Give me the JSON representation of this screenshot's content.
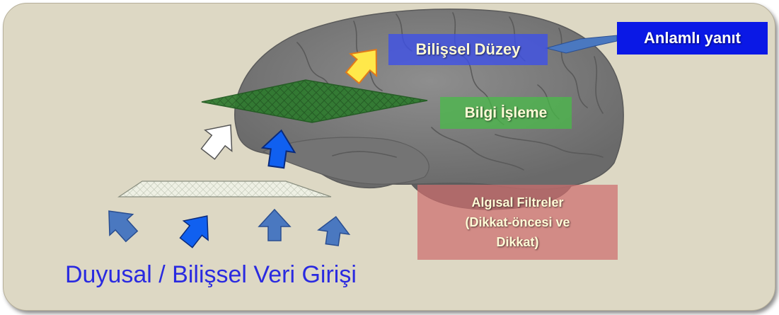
{
  "diagram": {
    "labels": {
      "bilissel_duzey": "Bilişsel Düzey",
      "anlamli_yanit": "Anlamlı yanıt",
      "bilgi_isleme": "Bilgi İşleme",
      "algisal_filtreler": [
        "Algısal Filtreler",
        "(Dikkat-öncesi ve",
        "Dikkat)"
      ],
      "duyusal_bilissel": "Duyusal / Bilişsel Veri Girişi"
    },
    "colors": {
      "panel_bg": "#ddd8c4",
      "brain": "#7c7c7c",
      "bilissel_box": "#3c50eb",
      "anlamli_box": "#0a18e6",
      "bilgi_box": "#46be46",
      "algisal_box": "#cd6e6e",
      "input_text": "#2a2ae0",
      "arrow_blue": "#4a78c0",
      "arrow_bright_blue": "#1060f0",
      "arrow_yellow": "#ffe84a"
    },
    "icons": [
      "brain-image",
      "arrow-icon",
      "grid-plane"
    ]
  }
}
